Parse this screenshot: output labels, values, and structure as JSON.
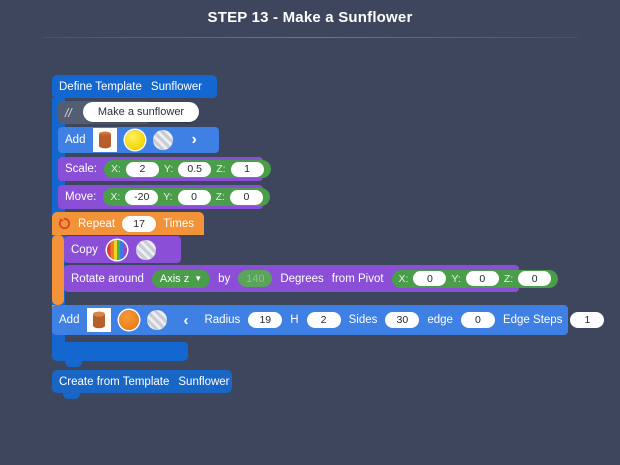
{
  "header": {
    "title": "STEP 13 - Make a Sunflower"
  },
  "colors": {
    "background": "#3d465c",
    "define_blue": "#1467cf",
    "add_blue": "#3f80e4",
    "transform_purple": "#8a4fd6",
    "loop_orange": "#f29339",
    "field_green": "#4a9e4a",
    "comment_gray": "#545e72"
  },
  "workspace": {
    "define_template": {
      "keyword": "Define Template",
      "template_name": "Sunflower"
    },
    "comment": {
      "marker": "//",
      "text": "Make a sunflower"
    },
    "add_top": {
      "label": "Add",
      "shape_icon": "cylinder-icon",
      "material_selected": "yellow-sphere-icon",
      "material_other": "hatched-sphere-icon",
      "expand_icon": "chevron-right-icon"
    },
    "scale": {
      "label": "Scale:",
      "fields": [
        {
          "axis": "X:",
          "value": "2"
        },
        {
          "axis": "Y:",
          "value": "0.5"
        },
        {
          "axis": "Z:",
          "value": "1"
        }
      ]
    },
    "move": {
      "label": "Move:",
      "fields": [
        {
          "axis": "X:",
          "value": "-20"
        },
        {
          "axis": "Y:",
          "value": "0"
        },
        {
          "axis": "Z:",
          "value": "0"
        }
      ]
    },
    "repeat": {
      "icon": "loop-icon",
      "label": "Repeat",
      "count": "17",
      "suffix": "Times"
    },
    "copy": {
      "label": "Copy",
      "material_selected": "rainbow-sphere-icon",
      "material_other": "hatched-sphere-icon"
    },
    "rotate": {
      "label": "Rotate around",
      "axis": "Axis z",
      "axis_caret": "chevron-down-icon",
      "by": "by",
      "degrees_value": "140",
      "degrees_label": "Degrees",
      "pivot_label": "from Pivot",
      "pivot": [
        {
          "axis": "X:",
          "value": "0"
        },
        {
          "axis": "Y:",
          "value": "0"
        },
        {
          "axis": "Z:",
          "value": "0"
        }
      ]
    },
    "add_bottom": {
      "label": "Add",
      "shape_icon": "cylinder-icon",
      "material_selected": "orange-sphere-icon",
      "material_other": "hatched-sphere-icon",
      "collapse_icon": "chevron-left-icon",
      "params": [
        {
          "name": "Radius",
          "value": "19"
        },
        {
          "name": "H",
          "value": "2"
        },
        {
          "name": "Sides",
          "value": "30"
        },
        {
          "name": "edge",
          "value": "0"
        },
        {
          "name": "Edge Steps",
          "value": "1"
        }
      ]
    },
    "create_from_template": {
      "keyword": "Create from Template",
      "template_name": "Sunflower"
    }
  }
}
